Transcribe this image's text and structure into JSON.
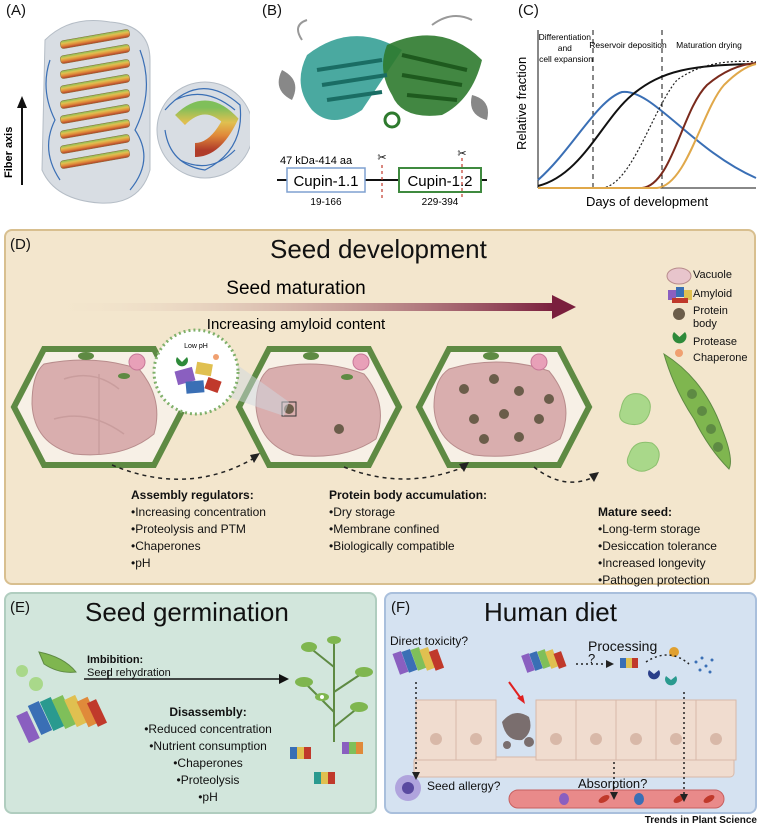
{
  "panel_a": {
    "label": "(A)",
    "fiber_axis": "Fiber axis"
  },
  "panel_b": {
    "label": "(B)",
    "size_label": "47 kDa-414 aa",
    "domain1": "Cupin-1.1",
    "domain2": "Cupin-1.2",
    "range1": "19-166",
    "range2": "229-394"
  },
  "panel_c": {
    "label": "(C)",
    "phase1": "Differentiation and cell expansion",
    "phase1_lines": [
      "Differentiation",
      "and",
      "cell expansion"
    ],
    "phase2": "Reservoir deposition",
    "phase3": "Maturation drying",
    "ylabel": "Relative fraction",
    "xlabel": "Days of development",
    "colors": {
      "blue": "#3a6fb5",
      "black": "#111111",
      "dotted": "#222222",
      "brown": "#7a2a1c",
      "orange": "#e0a84a"
    }
  },
  "panel_d": {
    "label": "(D)",
    "title": "Seed development",
    "maturation": "Seed maturation",
    "amyloid_content": "Increasing amyloid content",
    "low_ph": "Low pH",
    "legend": [
      {
        "name": "Vacuole",
        "icon": "vacuole-icon"
      },
      {
        "name": "Amyloid",
        "icon": "amyloid-icon"
      },
      {
        "name": "Protein body",
        "icon": "protein-body-icon"
      },
      {
        "name": "Protease",
        "icon": "protease-icon"
      },
      {
        "name": "Chaperone",
        "icon": "chaperone-icon"
      }
    ],
    "legend_protein_body_lines": [
      "Protein",
      "body"
    ],
    "list1": {
      "header": "Assembly regulators:",
      "items": [
        "•Increasing concentration",
        "•Proteolysis and PTM",
        "•Chaperones",
        "•pH"
      ]
    },
    "list2": {
      "header": "Protein body accumulation:",
      "items": [
        "•Dry storage",
        "•Membrane confined",
        "•Biologically compatible"
      ]
    },
    "list3": {
      "header": "Mature seed:",
      "items": [
        "•Long-term storage",
        "•Desiccation tolerance",
        "•Increased longevity",
        "•Pathogen protection"
      ]
    },
    "colors": {
      "bg": "#f3e6cd",
      "border": "#d8bf8f",
      "cell_wall": "#5e8a43",
      "vacuole": "#d9aeae",
      "arrow": "#7a1f3d"
    }
  },
  "panel_e": {
    "label": "(E)",
    "title": "Seed germination",
    "imbibition": "Imbibition:",
    "rehydration": "Seed rehydration",
    "disassembly": "Disassembly:",
    "items": [
      "•Reduced concentration",
      "•Nutrient consumption",
      "•Chaperones",
      "•Proteolysis",
      "•pH"
    ],
    "colors": {
      "bg": "#d2e6dc",
      "border": "#b0cdbf"
    }
  },
  "panel_f": {
    "label": "(F)",
    "title": "Human diet",
    "direct_toxicity": "Direct toxicity?",
    "processing": "Processing",
    "question": "?",
    "absorption": "Absorption?",
    "seed_allergy": "Seed allergy?",
    "colors": {
      "bg": "#d5e2f1",
      "border": "#a9bfdc",
      "epithelium": "#f0dccf",
      "vessel": "#e98a8a"
    }
  },
  "footer": "Trends in Plant Science"
}
